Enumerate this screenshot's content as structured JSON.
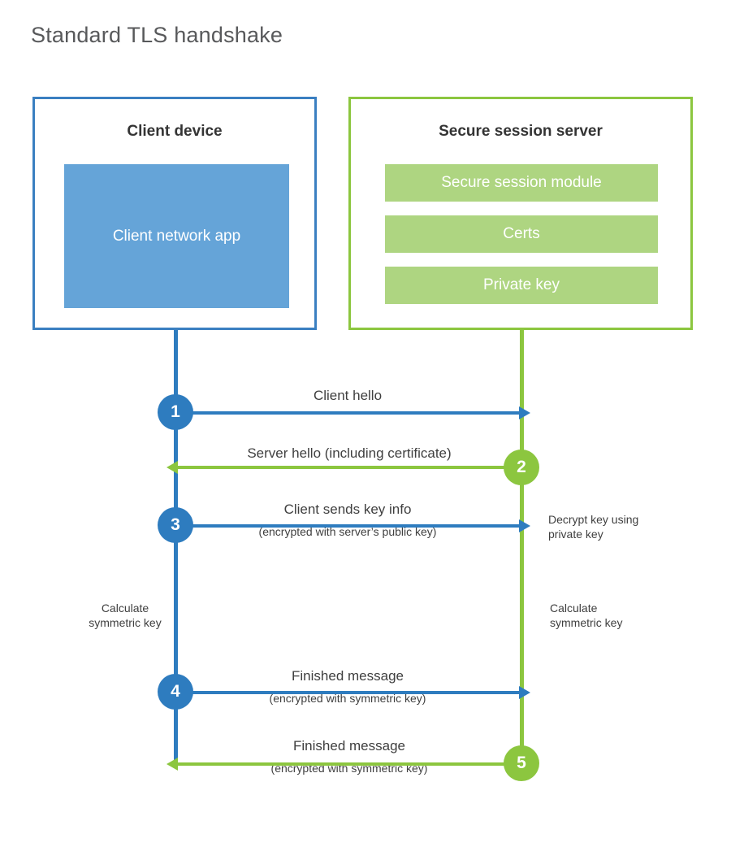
{
  "title": "Standard TLS handshake",
  "colors": {
    "client_accent": "#2e7cbf",
    "client_fill": "#65a4d8",
    "server_accent": "#8cc63f",
    "server_fill": "#aed581",
    "text": "#3f3f3f",
    "title_text": "#58595b"
  },
  "client": {
    "title": "Client device",
    "app_label": "Client network app"
  },
  "server": {
    "title": "Secure session server",
    "blocks": [
      {
        "label": "Secure session module"
      },
      {
        "label": "Certs"
      },
      {
        "label": "Private key"
      }
    ]
  },
  "steps": [
    {
      "number": "1",
      "origin": "client",
      "direction": "right",
      "label": "Client hello",
      "sublabel": ""
    },
    {
      "number": "2",
      "origin": "server",
      "direction": "left",
      "label": "Server hello (including certificate)",
      "sublabel": ""
    },
    {
      "number": "3",
      "origin": "client",
      "direction": "right",
      "label": "Client sends key info",
      "sublabel": "(encrypted with server’s public key)"
    },
    {
      "number": "4",
      "origin": "client",
      "direction": "right",
      "label": "Finished message",
      "sublabel": "(encrypted with symmetric key)"
    },
    {
      "number": "5",
      "origin": "server",
      "direction": "left",
      "label": "Finished message",
      "sublabel": "(encrypted with symmetric key)"
    }
  ],
  "annotations": {
    "decrypt": "Decrypt key using\nprivate key",
    "calculate_client": "Calculate\nsymmetric key",
    "calculate_server": "Calculate\nsymmetric key"
  }
}
